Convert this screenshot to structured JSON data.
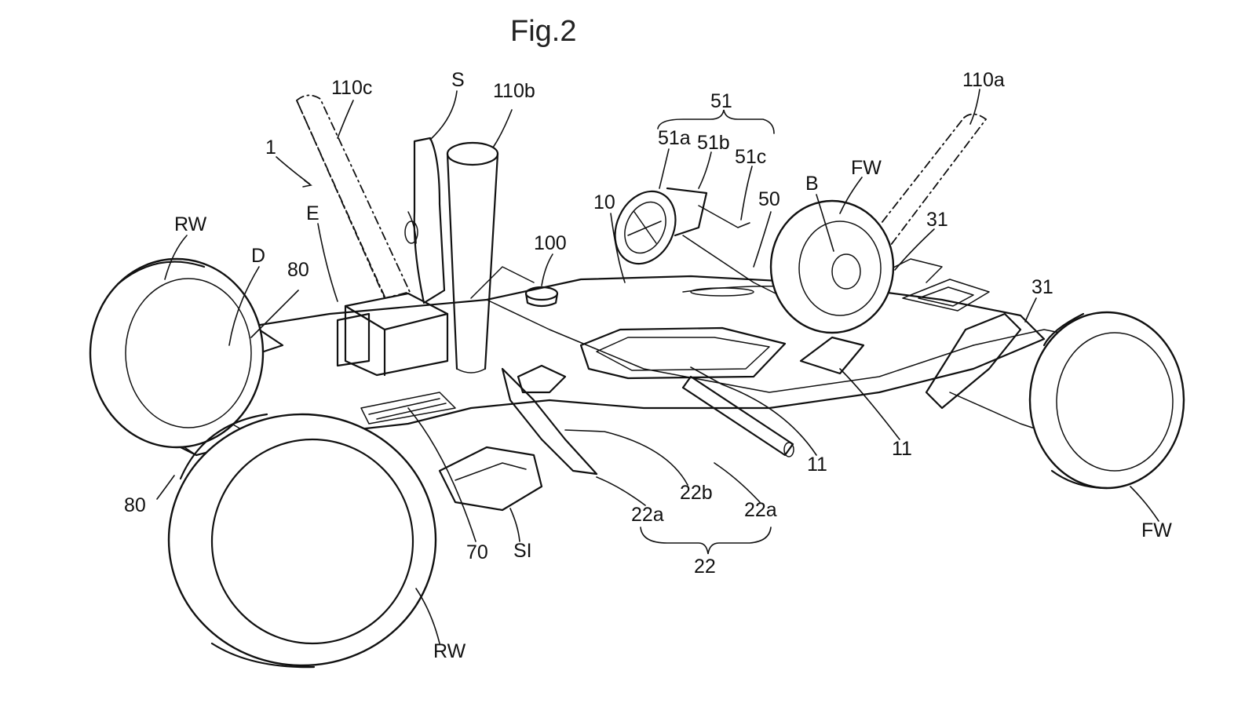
{
  "figure": {
    "title": "Fig.2",
    "labels": {
      "l_1": "1",
      "l_110c": "110c",
      "l_S": "S",
      "l_110b": "110b",
      "l_51": "51",
      "l_51a": "51a",
      "l_51b": "51b",
      "l_51c": "51c",
      "l_110a": "110a",
      "l_E": "E",
      "l_RW_top": "RW",
      "l_D": "D",
      "l_80_top": "80",
      "l_100": "100",
      "l_10": "10",
      "l_50": "50",
      "l_B": "B",
      "l_FW_top": "FW",
      "l_31_top": "31",
      "l_31_right": "31",
      "l_11_mid": "11",
      "l_11_right": "11",
      "l_22b": "22b",
      "l_22a_left": "22a",
      "l_22a_right": "22a",
      "l_22": "22",
      "l_80_bottom": "80",
      "l_70": "70",
      "l_SI": "SI",
      "l_RW_bottom": "RW",
      "l_FW_bottom": "FW"
    }
  }
}
